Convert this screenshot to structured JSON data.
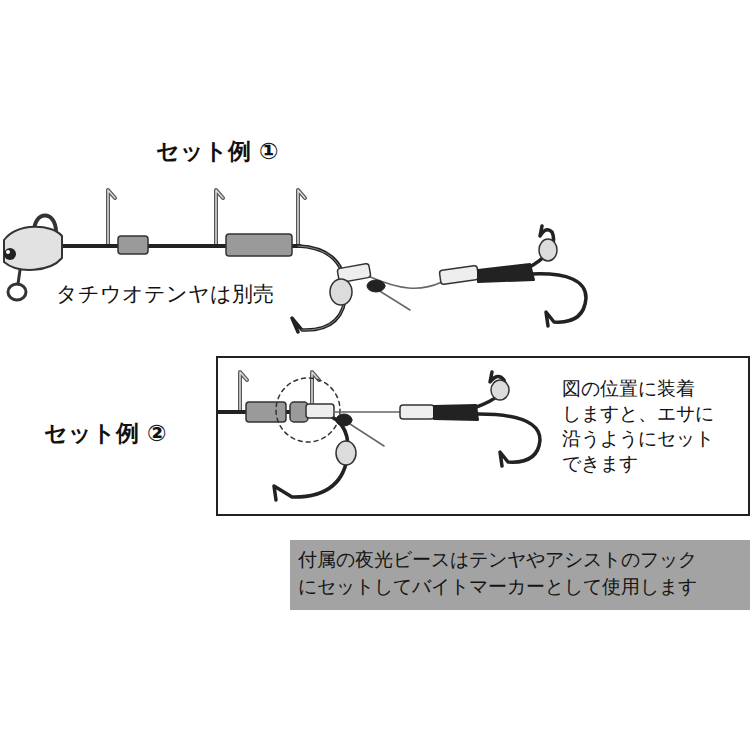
{
  "diagram": {
    "nodes": [
      {
        "text": [
          "図の位置に装着 しますと、エサに 沿うようにセット できます"
        ]
      },
      {
        "text": [
          "付属の夜光ビースはテンヤやアシストのフック にセットしてバイトマーカーとして使用します"
        ]
      }
    ],
    "labels": [
      "セット例 ①",
      "タチウオテンヤは別売",
      "セット例 ②"
    ]
  }
}
